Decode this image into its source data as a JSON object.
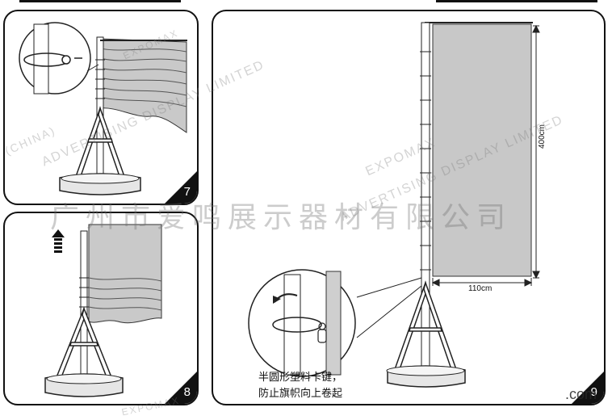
{
  "panels": {
    "step7": "7",
    "step8": "8",
    "step9": "9"
  },
  "dimensions": {
    "height": "400cm",
    "width": "110cm"
  },
  "note": {
    "line1": "半圆形塑料卡键，",
    "line2": "防止旗帜向上卷起"
  },
  "watermarks": {
    "company_cn": "广州市爱鸣展示器材有限公司",
    "brand": "EXPOMAX",
    "advertising": "ADVERTISING DISPLAY LIMITED",
    "china": "(CHINA)",
    "domain_tail": ".com"
  },
  "icons": {
    "up_arrow": "upward-arrow-icon"
  }
}
